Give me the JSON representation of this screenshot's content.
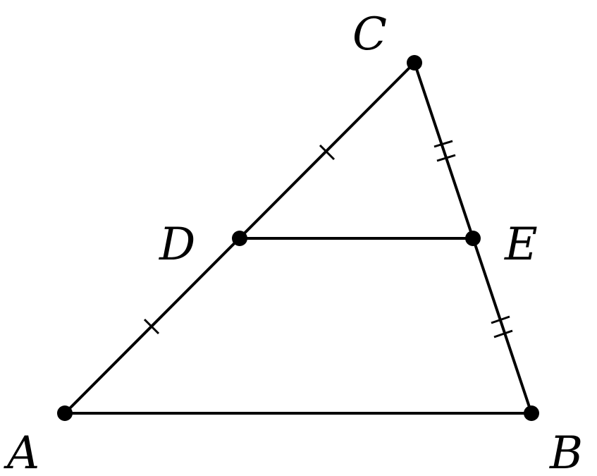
{
  "diagram": {
    "points": {
      "A": {
        "label": "A"
      },
      "B": {
        "label": "B"
      },
      "C": {
        "label": "C"
      },
      "D": {
        "label": "D"
      },
      "E": {
        "label": "E"
      }
    },
    "segments": [
      "AB",
      "BC",
      "CA",
      "DE"
    ],
    "congruence_marks": {
      "AD": 1,
      "DC": 1,
      "CE": 2,
      "EB": 2
    },
    "colors": {
      "stroke": "#000000",
      "background": "#ffffff"
    }
  }
}
